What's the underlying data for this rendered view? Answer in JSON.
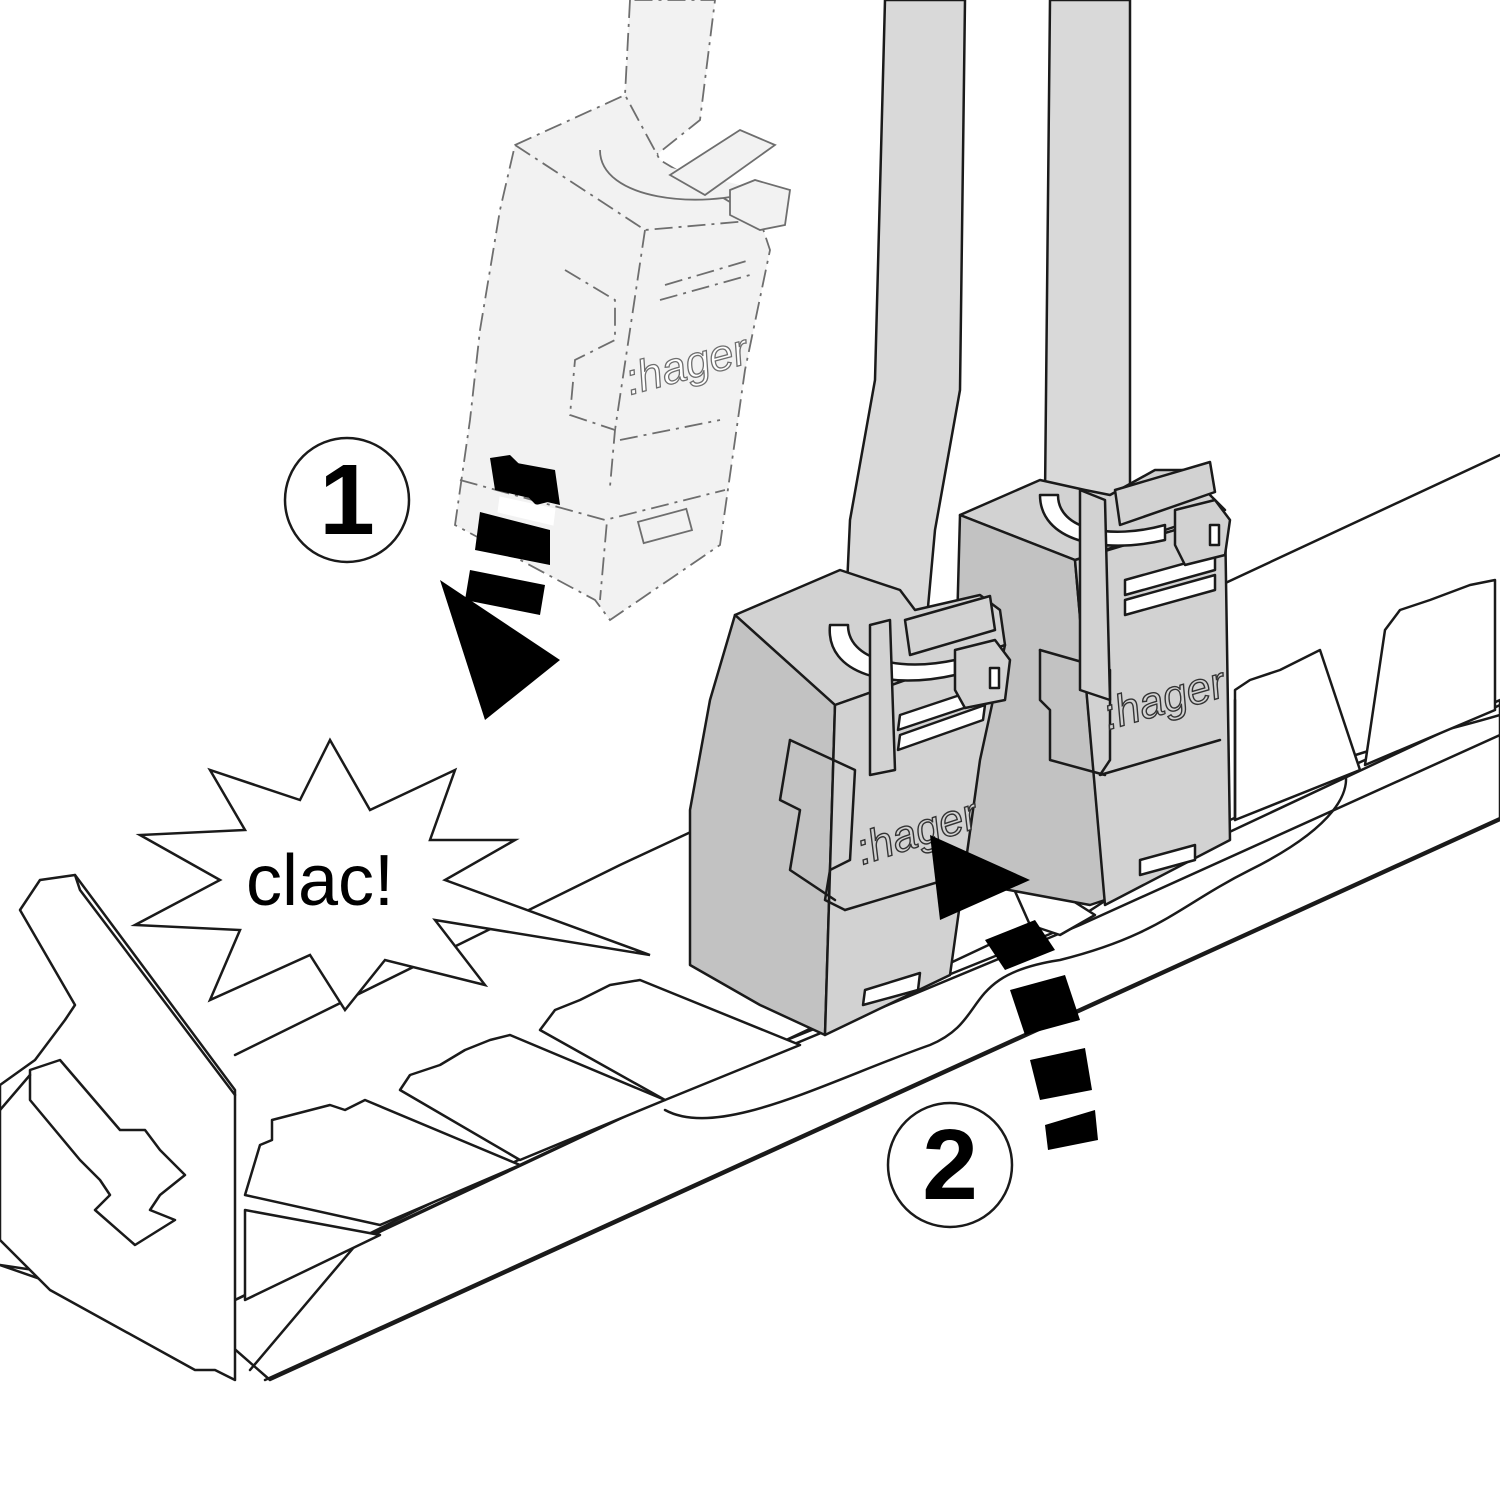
{
  "sound_effect": "clac!",
  "steps": [
    {
      "number": "1"
    },
    {
      "number": "2"
    }
  ],
  "brand": ":hager",
  "colors": {
    "line": "#1a1a1a",
    "connector_fill": "#d2d2d2",
    "ghost_fill": "#f2f2f2",
    "arrow": "#000000"
  }
}
